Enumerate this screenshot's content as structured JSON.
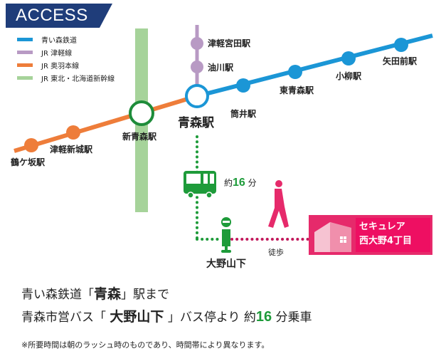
{
  "header": {
    "title": "ACCESS",
    "badge_color": "#1f3d7a"
  },
  "legend": [
    {
      "label": "青い森鉄道",
      "color": "#1b96d6"
    },
    {
      "label": "JR 津軽線",
      "color": "#b89ac4"
    },
    {
      "label": "JR 奥羽本線",
      "color": "#ee7d3a"
    },
    {
      "label": "JR 東北・北海道新幹線",
      "color": "#a6d39a"
    }
  ],
  "stations": {
    "tsugaru_miyata": "津軽宮田駅",
    "aburakawa": "油川駅",
    "yadamae": "矢田前駅",
    "koyanagi": "小柳駅",
    "higashi_aomori": "東青森駅",
    "tsutsui": "筒井駅",
    "aomori": "青森駅",
    "shin_aomori": "新青森駅",
    "tsugaru_shinjo": "津軽新城駅",
    "tsurugasaka": "鶴ケ坂駅"
  },
  "route": {
    "bus_time_prefix": "約",
    "bus_time_value": "16",
    "bus_time_suffix": "分",
    "bus_stop": "大野山下",
    "walk_label": "徒歩",
    "destination_line1": "セキュレア",
    "destination_line2": "西大野4丁目",
    "bus_color": "#1e9b3a",
    "walk_color": "#c2185b",
    "destination_color": "#e62a6b"
  },
  "description": {
    "line1_pre": "青い森鉄道「",
    "line1_bold": "青森",
    "line1_post": "」駅まで",
    "line2_pre": "青森市営バス「 ",
    "line2_bold": "大野山下",
    "line2_mid": " 」バス停より 約",
    "line2_num": "16",
    "line2_post": " 分乗車",
    "note": "※所要時間は朝のラッシュ時のものであり、時間帯により異なります。"
  }
}
